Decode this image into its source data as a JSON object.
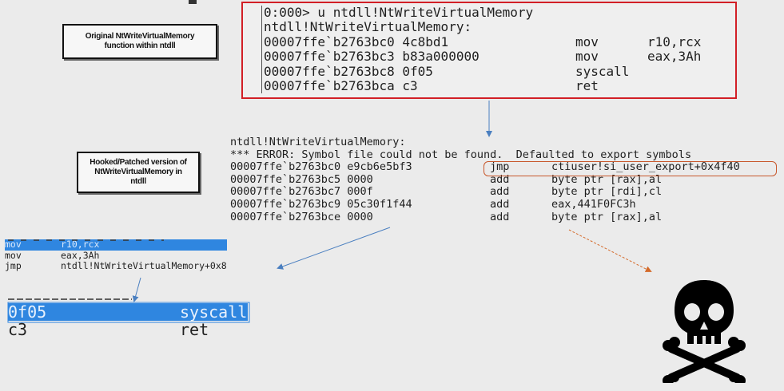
{
  "labels": {
    "original": "Original NtWriteVirtualMemory\nfunction within ntdll",
    "hooked": "Hooked/Patched version of\nNtWriteVirtualMemory in\nntdll"
  },
  "original_listing": {
    "command": "0:000> u ntdll!NtWriteVirtualMemory",
    "symbol": "ntdll!NtWriteVirtualMemory:",
    "rows": [
      {
        "addr": "00007ffe`b2763bc0 4c8bd1",
        "mnemonic": "mov",
        "operand": "r10,rcx"
      },
      {
        "addr": "00007ffe`b2763bc3 b83a000000",
        "mnemonic": "mov",
        "operand": "eax,3Ah"
      },
      {
        "addr": "00007ffe`b2763bc8 0f05",
        "mnemonic": "syscall",
        "operand": ""
      },
      {
        "addr": "00007ffe`b2763bca c3",
        "mnemonic": "ret",
        "operand": ""
      }
    ]
  },
  "hooked_listing": {
    "symbol": "ntdll!NtWriteVirtualMemory:",
    "error": "*** ERROR: Symbol file could not be found.  Defaulted to export symbols",
    "rows": [
      {
        "addr": "00007ffe`b2763bc0 e9cb6e5bf3",
        "mnemonic": "jmp",
        "operand": "ctiuser!si_user_export+0x4f40"
      },
      {
        "addr": "00007ffe`b2763bc5 0000",
        "mnemonic": "add",
        "operand": "byte ptr [rax],al"
      },
      {
        "addr": "00007ffe`b2763bc7 000f",
        "mnemonic": "add",
        "operand": "byte ptr [rdi],cl"
      },
      {
        "addr": "00007ffe`b2763bc9 05c30f1f44",
        "mnemonic": "add",
        "operand": "eax,441F0FC3h"
      },
      {
        "addr": "00007ffe`b2763bce 0000",
        "mnemonic": "add",
        "operand": "byte ptr [rax],al"
      }
    ]
  },
  "trampoline": {
    "rows": [
      {
        "mnemonic": "mov",
        "operand": "r10,rcx"
      },
      {
        "mnemonic": "mov",
        "operand": "eax,3Ah"
      },
      {
        "mnemonic": "jmp",
        "operand": "ntdll!NtWriteVirtualMemory+0x8"
      }
    ]
  },
  "syscall_block": {
    "rows": [
      {
        "opcode": "0f05",
        "mnemonic": "syscall"
      },
      {
        "opcode": "c3",
        "mnemonic": "ret"
      }
    ]
  },
  "colors": {
    "highlight_red": "#d21f26",
    "jmp_outline": "#c8582c",
    "selection_blue": "#2f86e0",
    "arrow_blue": "#4a7fc0",
    "arrow_orange": "#d46a2a"
  }
}
